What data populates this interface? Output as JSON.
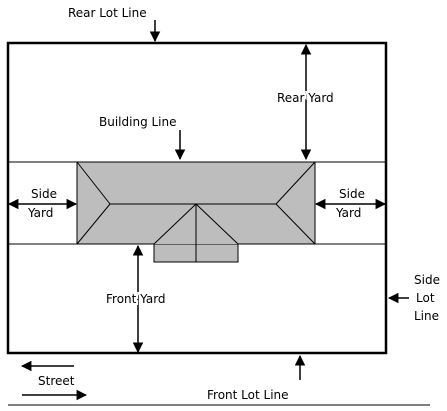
{
  "labels": {
    "rear_lot_line": "Rear Lot Line",
    "rear_yard": "Rear Yard",
    "building_line": "Building Line",
    "side_yard_left_1": "Side",
    "side_yard_left_2": "Yard",
    "side_yard_right_1": "Side",
    "side_yard_right_2": "Yard",
    "front_yard": "Front Yard",
    "side_lot_line_1": "Side",
    "side_lot_line_2": "Lot",
    "side_lot_line_3": "Line",
    "street": "Street",
    "front_lot_line": "Front Lot Line"
  },
  "colors": {
    "building_fill": "#bdbdbd",
    "line": "#000000",
    "background": "#ffffff"
  }
}
